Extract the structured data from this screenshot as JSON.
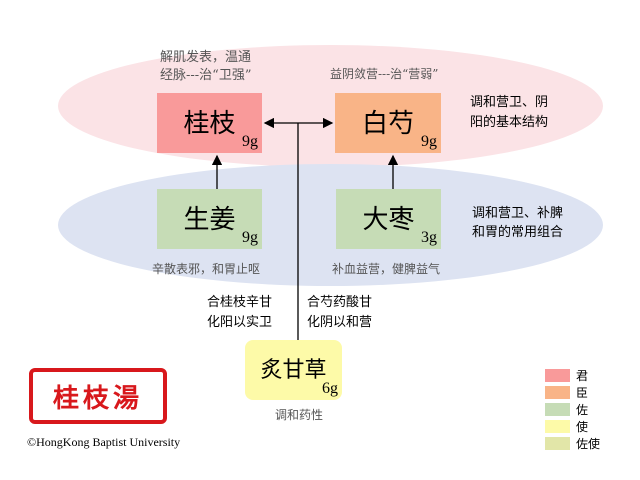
{
  "herbs": {
    "guizhi": {
      "name": "桂枝",
      "dose": "9g",
      "color": "#f99a9a",
      "note1": "解肌发表，温通",
      "note2": "经脉---治“卫强”"
    },
    "baishao": {
      "name": "白芍",
      "dose": "9g",
      "color": "#f9b487",
      "note": "益阴敛营---治“营弱”"
    },
    "shengjiang": {
      "name": "生姜",
      "dose": "9g",
      "color": "#c6dcb6",
      "note": "辛散表邪，和胃止呕"
    },
    "dazao": {
      "name": "大枣",
      "dose": "3g",
      "color": "#c6dcb6",
      "note": "补血益营，健脾益气"
    },
    "zhigancao": {
      "name": "炙甘草",
      "dose": "6g",
      "color": "#fdfaa8",
      "note": "调和药性"
    }
  },
  "relations": {
    "top_line1": "调和营卫、阴",
    "top_line2": "阳的基本结构",
    "mid_line1": "调和营卫、补脾",
    "mid_line2": "和胃的常用组合",
    "left_line1": "合桂枝辛甘",
    "left_line2": "化阳以实卫",
    "right_line1": "合芍药酸甘",
    "right_line2": "化阴以和营"
  },
  "seal": "桂枝湯",
  "copyright": "©HongKong Baptist University",
  "legend": [
    {
      "label": "君",
      "color": "#f99a9a"
    },
    {
      "label": "臣",
      "color": "#f9b487"
    },
    {
      "label": "佐",
      "color": "#c6dcb6"
    },
    {
      "label": "使",
      "color": "#fdfaa8"
    },
    {
      "label": "佐使",
      "color": "#e2e6a8"
    }
  ]
}
